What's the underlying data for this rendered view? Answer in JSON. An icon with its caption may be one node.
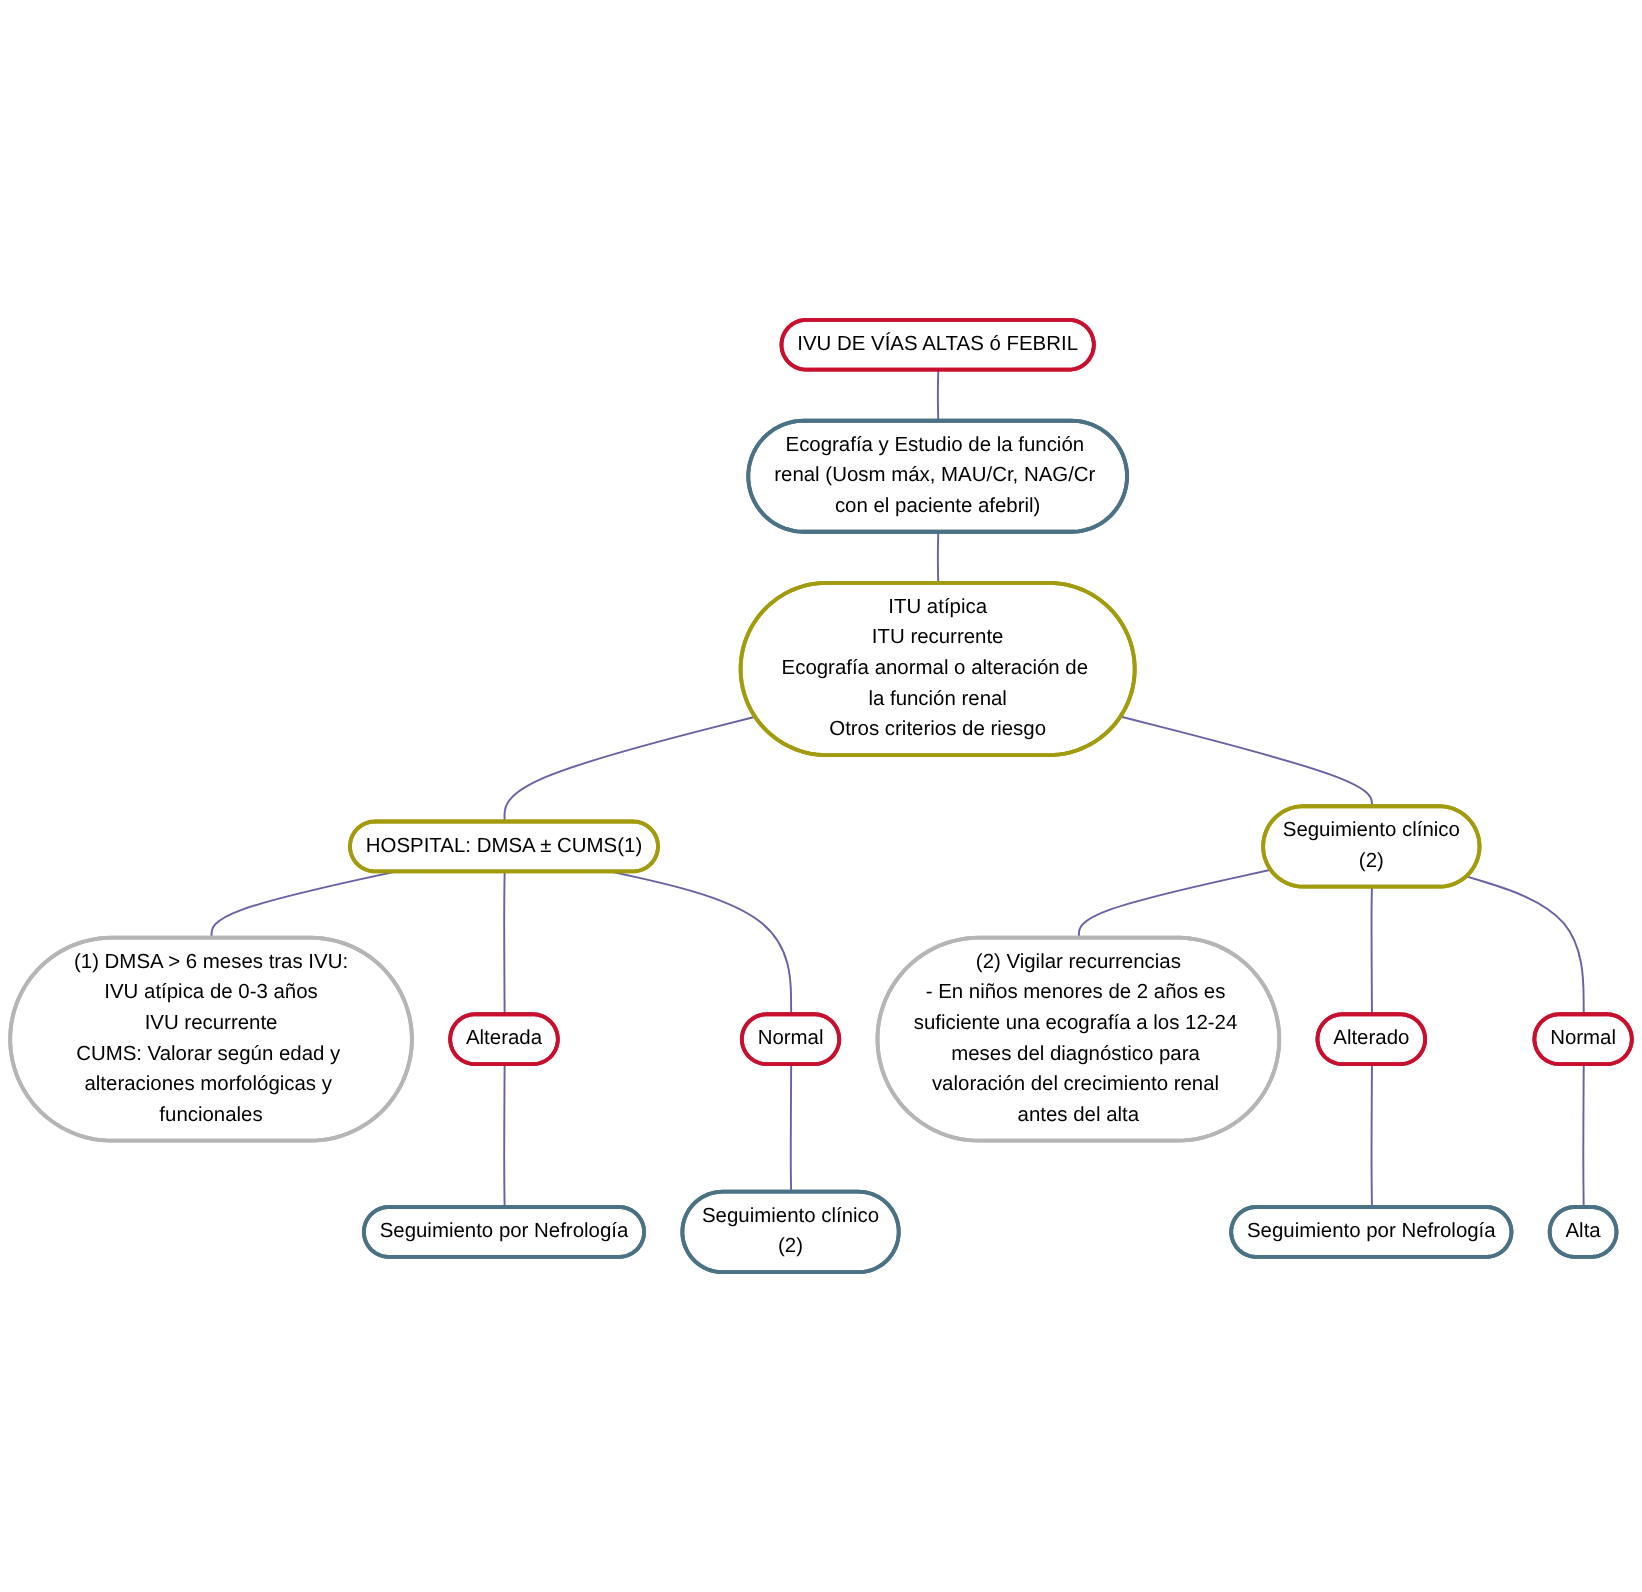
{
  "diagram": {
    "nodes": [
      {
        "text": [
          "IVU DE VÍAS ALTAS ó FEBRIL"
        ]
      },
      {
        "text": [
          "Ecografía y Estudio de la función renal (Uosm máx, MAU/Cr, NAG/Cr con el paciente afebril)"
        ]
      },
      {
        "text": [
          "ITU atípica",
          "ITU recurrente",
          "Ecografía anormal o alteración de la función renal",
          "Otros criterios de riesgo"
        ]
      },
      {
        "text": [
          "HOSPITAL: DMSA ± CUMS(1)"
        ]
      },
      {
        "text": [
          "Seguimiento clínico",
          "(2)"
        ]
      },
      {
        "text": [
          "(1) DMSA > 6 meses tras IVU:",
          "IVU atípica de 0-3 años",
          "IVU recurrente",
          "CUMS: Valorar según edad y alteraciones morfológicas y funcionales"
        ]
      },
      {
        "text": [
          "(2) Vigilar recurrencias",
          "- En niños menores de 2 años es suficiente una ecografía a los 12-24 meses del diagnóstico para valoración del crecimiento renal antes del alta"
        ]
      },
      {
        "text": [
          "Alterada"
        ]
      },
      {
        "text": [
          "Normal"
        ]
      },
      {
        "text": [
          "Alterado"
        ]
      },
      {
        "text": [
          "Normal"
        ]
      },
      {
        "text": [
          "Seguimiento por Nefrología"
        ]
      },
      {
        "text": [
          "Seguimiento clínico",
          "(2)"
        ]
      },
      {
        "text": [
          "Seguimiento por Nefrología"
        ]
      },
      {
        "text": [
          "Alta"
        ]
      }
    ],
    "edges": [
      {
        "from": 0,
        "to": 1,
        "arrow": "none"
      },
      {
        "from": 1,
        "to": 2,
        "arrow": "none"
      },
      {
        "from": 2,
        "to": 3,
        "arrow": "none"
      },
      {
        "from": 2,
        "to": 4,
        "arrow": "none"
      },
      {
        "from": 3,
        "to": 5,
        "arrow": "none"
      },
      {
        "from": 4,
        "to": 6,
        "arrow": "none"
      },
      {
        "from": 3,
        "to": 7,
        "arrow": "none"
      },
      {
        "from": 3,
        "to": 8,
        "arrow": "none"
      },
      {
        "from": 4,
        "to": 9,
        "arrow": "none"
      },
      {
        "from": 4,
        "to": 10,
        "arrow": "none"
      },
      {
        "from": 7,
        "to": 11,
        "arrow": "none"
      },
      {
        "from": 8,
        "to": 12,
        "arrow": "none"
      },
      {
        "from": 9,
        "to": 13,
        "arrow": "none"
      },
      {
        "from": 10,
        "to": 14,
        "arrow": "none"
      }
    ]
  }
}
